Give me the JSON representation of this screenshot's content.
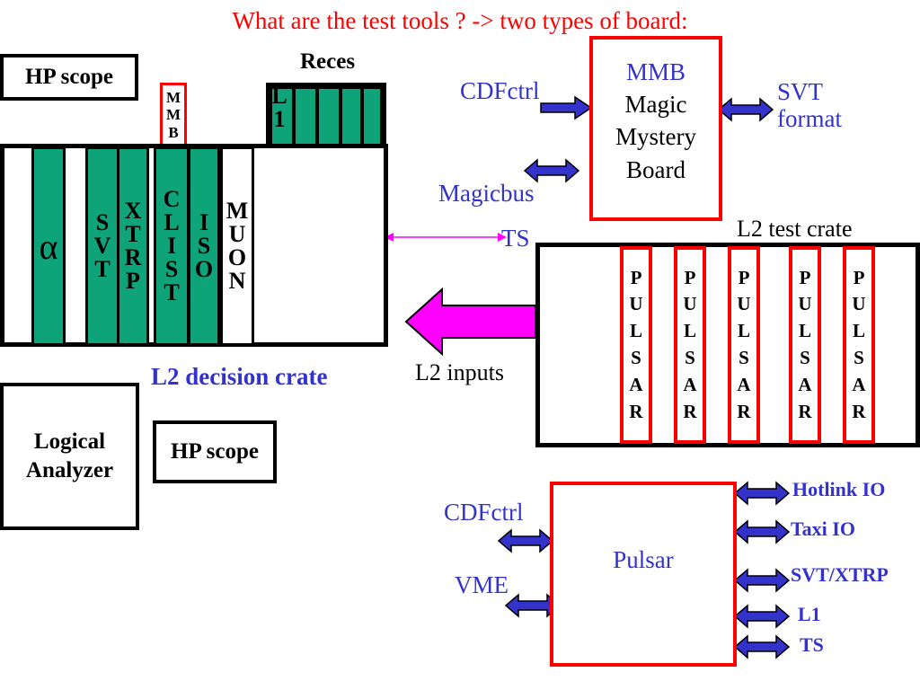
{
  "title": "What are the test tools ?   -> two types of board:",
  "hp_scope_top": "HP scope",
  "reces_label": "Reces",
  "l1_letters": [
    "L",
    "1"
  ],
  "mmb_small_letters": [
    "M",
    "M",
    "B"
  ],
  "decision_crate": {
    "alpha": "α",
    "svt_letters": [
      "S",
      "V",
      "T"
    ],
    "xtrp_letters": [
      "X",
      "T",
      "R",
      "P"
    ],
    "clist_letters": [
      "C",
      "L",
      "I",
      "S",
      "T"
    ],
    "iso_letters": [
      "I",
      "S",
      "O"
    ],
    "muon_letters": [
      "M",
      "U",
      "O",
      "N"
    ],
    "label": "L2 decision crate"
  },
  "logical_analyzer": [
    "Logical",
    "Analyzer"
  ],
  "hp_scope_bottom": "HP scope",
  "mmb_board": {
    "title": "MMB",
    "lines": [
      "Magic",
      "Mystery",
      "Board"
    ],
    "cdfctrl": "CDFctrl",
    "svt_format": [
      "SVT",
      "format"
    ],
    "magicbus": "Magicbus",
    "ts": "TS"
  },
  "test_crate": {
    "label": "L2 test crate",
    "pulsar_letters": [
      "P",
      "U",
      "L",
      "S",
      "A",
      "R"
    ],
    "l2_inputs": "L2 inputs"
  },
  "pulsar_board": {
    "title": "Pulsar",
    "cdfctrl": "CDFctrl",
    "vme": "VME",
    "ios": [
      "Hotlink IO",
      "Taxi IO",
      "SVT/XTRP",
      "L1",
      "TS"
    ]
  },
  "colors": {
    "green": "#0fa37a",
    "red": "#ff0000",
    "blue": "#3333cc",
    "magenta": "#ff00ff",
    "arrow_blue": "#3333cc"
  }
}
